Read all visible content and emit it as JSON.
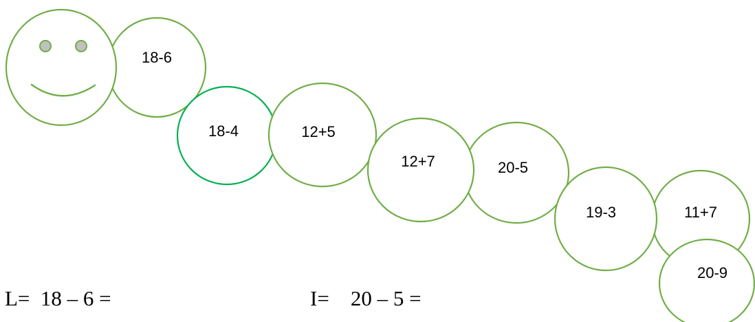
{
  "face": {
    "eye_fill": "#c0c0c0",
    "eye_stroke": "#70ad47",
    "outline_color": "#70ad47"
  },
  "segments": [
    {
      "label": "18-6"
    },
    {
      "label": "18-4"
    },
    {
      "label": "12+5"
    },
    {
      "label": "12+7"
    },
    {
      "label": "20-5"
    },
    {
      "label": "19-3"
    },
    {
      "label": "11+7"
    },
    {
      "label": "20-9"
    }
  ],
  "equations": [
    {
      "letter": "L=",
      "expression": "18 – 6 ="
    },
    {
      "letter": "I=",
      "expression": "20 – 5 ="
    }
  ],
  "colors": {
    "outline": "#70ad47",
    "outline_alt": "#00b050",
    "text": "#000000"
  }
}
